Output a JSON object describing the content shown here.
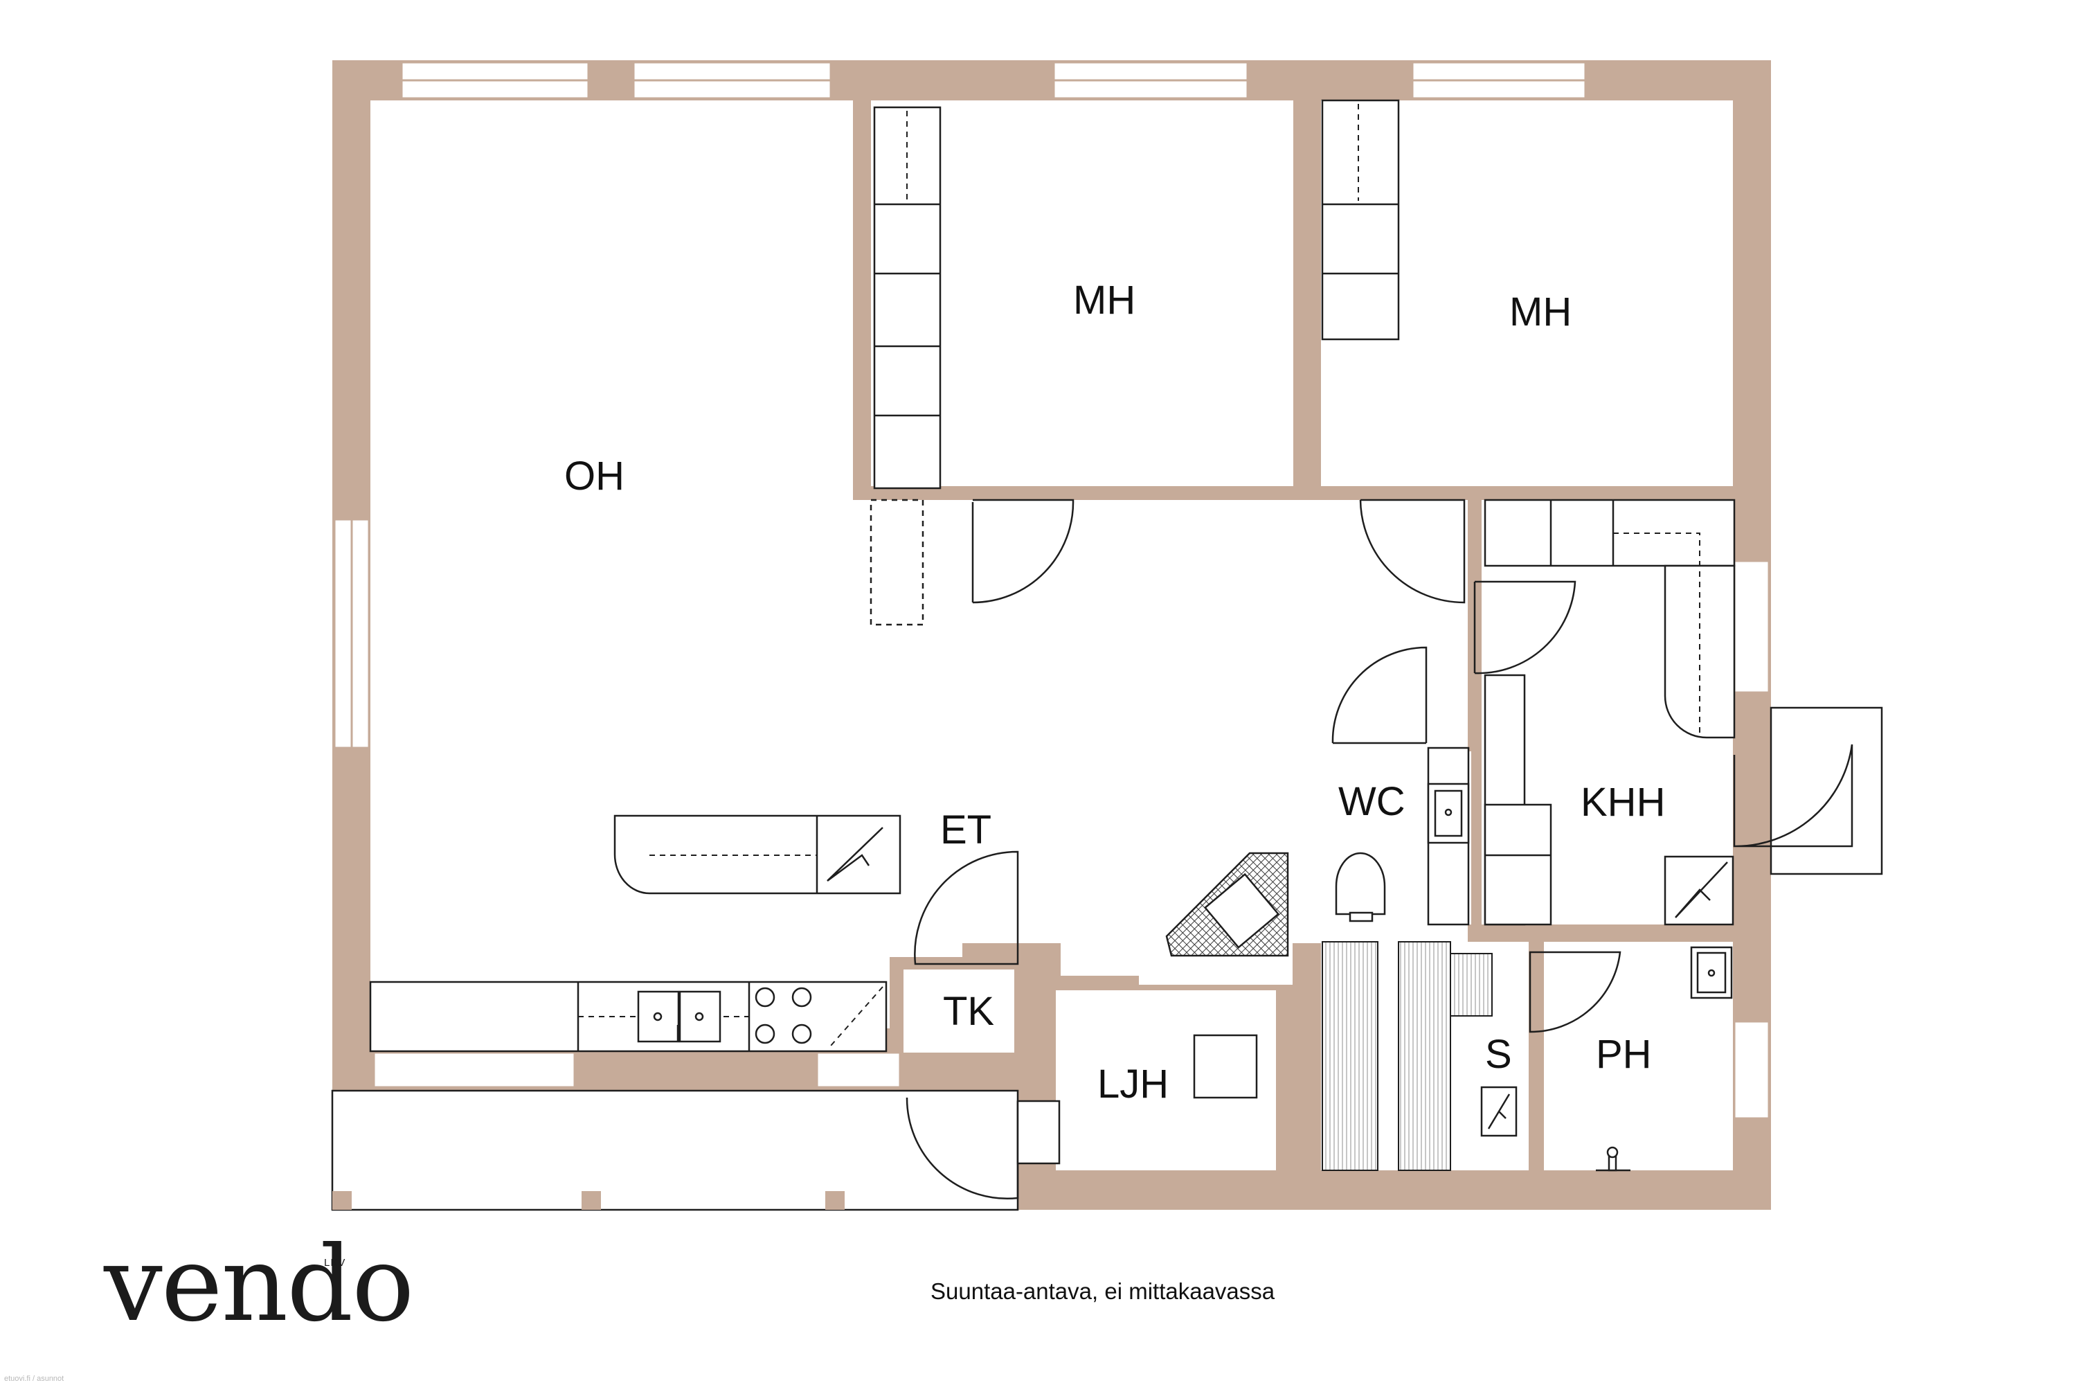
{
  "rooms": {
    "oh": "OH",
    "mh1": "MH",
    "mh2": "MH",
    "et": "ET",
    "wc": "WC",
    "khh": "KHH",
    "tk": "TK",
    "ljh": "LJH",
    "s": "S",
    "ph": "PH"
  },
  "brand": {
    "logo": "vendo",
    "logo_suffix": "LKV"
  },
  "caption": "Suuntaa-antava, ei mittakaavassa",
  "watermark": "etuovi.fi / asunnot",
  "colors": {
    "wall": "#c6ab99",
    "line": "#1e1e1e",
    "background": "#ffffff"
  }
}
